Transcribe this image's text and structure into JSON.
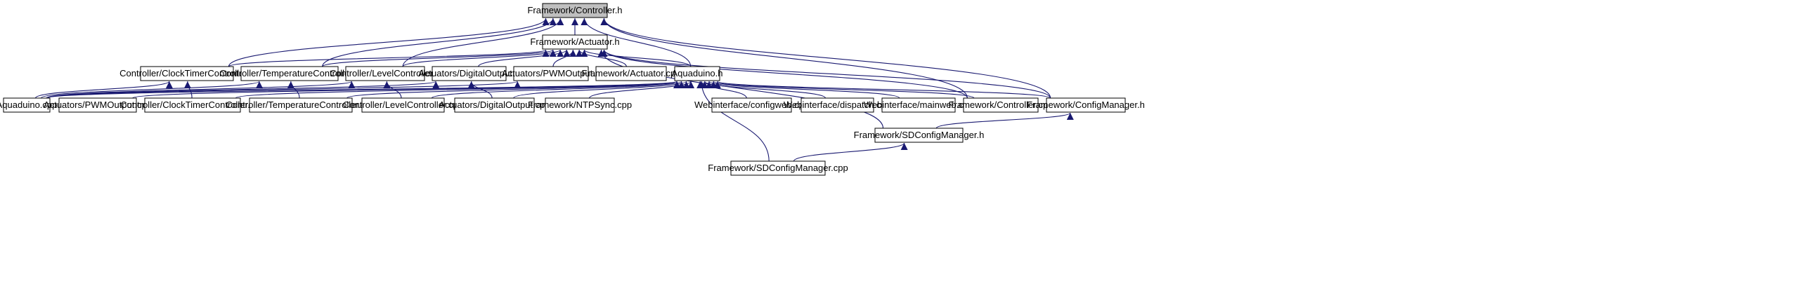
{
  "colors": {
    "edge": "#191970",
    "node_border": "#000000",
    "root_fill": "#bfbfbf",
    "node_fill": "#ffffff"
  },
  "nodes": [
    {
      "id": "controller_h",
      "label": "Framework/Controller.h",
      "root": true
    },
    {
      "id": "actuator_h",
      "label": "Framework/Actuator.h"
    },
    {
      "id": "clocktimer_h",
      "label": "Controller/ClockTimerController.h"
    },
    {
      "id": "temperature_h",
      "label": "Controller/TemperatureController.h"
    },
    {
      "id": "level_h",
      "label": "Controller/LevelController.h"
    },
    {
      "id": "digitaloutput_h",
      "label": "Actuators/DigitalOutput.h"
    },
    {
      "id": "pwmoutput_h",
      "label": "Actuators/PWMOutput.h"
    },
    {
      "id": "actuator_cpp",
      "label": "Framework/Actuator.cpp"
    },
    {
      "id": "aquaduino_h",
      "label": "Aquaduino.h"
    },
    {
      "id": "aquaduino_cpp",
      "label": "Aquaduino.cpp"
    },
    {
      "id": "pwmoutput_cpp",
      "label": "Actuators/PWMOutput.cpp"
    },
    {
      "id": "clocktimer_cpp",
      "label": "Controller/ClockTimerController.cpp"
    },
    {
      "id": "temperature_cpp",
      "label": "Controller/TemperatureController.cpp"
    },
    {
      "id": "level_cpp",
      "label": "Controller/LevelController.cpp"
    },
    {
      "id": "digitaloutput_cpp",
      "label": "Actuators/DigitalOutput.cpp"
    },
    {
      "id": "ntpsync_cpp",
      "label": "Framework/NTPSync.cpp"
    },
    {
      "id": "configweb_cpp",
      "label": "Webinterface/configweb.cpp"
    },
    {
      "id": "dispatch_cpp",
      "label": "Webinterface/dispatch.cpp"
    },
    {
      "id": "mainweb_cpp",
      "label": "Webinterface/mainweb.cpp"
    },
    {
      "id": "controller_cpp",
      "label": "Framework/Controller.cpp"
    },
    {
      "id": "configmanager_h",
      "label": "Framework/ConfigManager.h"
    },
    {
      "id": "sdconfigmanager_h",
      "label": "Framework/SDConfigManager.h"
    },
    {
      "id": "sdconfigmanager_cpp",
      "label": "Framework/SDConfigManager.cpp"
    }
  ],
  "edges": [
    [
      "actuator_h",
      "controller_h"
    ],
    [
      "clocktimer_h",
      "controller_h"
    ],
    [
      "temperature_h",
      "controller_h"
    ],
    [
      "level_h",
      "controller_h"
    ],
    [
      "aquaduino_h",
      "controller_h"
    ],
    [
      "controller_cpp",
      "controller_h"
    ],
    [
      "configmanager_h",
      "controller_h"
    ],
    [
      "clocktimer_h",
      "actuator_h"
    ],
    [
      "temperature_h",
      "actuator_h"
    ],
    [
      "level_h",
      "actuator_h"
    ],
    [
      "digitaloutput_h",
      "actuator_h"
    ],
    [
      "pwmoutput_h",
      "actuator_h"
    ],
    [
      "actuator_cpp",
      "actuator_h"
    ],
    [
      "aquaduino_h",
      "actuator_h"
    ],
    [
      "controller_cpp",
      "actuator_h"
    ],
    [
      "configmanager_h",
      "actuator_h"
    ],
    [
      "sdconfigmanager_h",
      "actuator_h"
    ],
    [
      "aquaduino_cpp",
      "clocktimer_h"
    ],
    [
      "clocktimer_cpp",
      "clocktimer_h"
    ],
    [
      "aquaduino_cpp",
      "temperature_h"
    ],
    [
      "temperature_cpp",
      "temperature_h"
    ],
    [
      "aquaduino_cpp",
      "level_h"
    ],
    [
      "level_cpp",
      "level_h"
    ],
    [
      "aquaduino_cpp",
      "digitaloutput_h"
    ],
    [
      "digitaloutput_cpp",
      "digitaloutput_h"
    ],
    [
      "aquaduino_cpp",
      "pwmoutput_h"
    ],
    [
      "aquaduino_cpp",
      "aquaduino_h"
    ],
    [
      "pwmoutput_cpp",
      "aquaduino_h"
    ],
    [
      "clocktimer_cpp",
      "aquaduino_h"
    ],
    [
      "temperature_cpp",
      "aquaduino_h"
    ],
    [
      "level_cpp",
      "aquaduino_h"
    ],
    [
      "digitaloutput_cpp",
      "aquaduino_h"
    ],
    [
      "ntpsync_cpp",
      "aquaduino_h"
    ],
    [
      "configweb_cpp",
      "aquaduino_h"
    ],
    [
      "dispatch_cpp",
      "aquaduino_h"
    ],
    [
      "mainweb_cpp",
      "aquaduino_h"
    ],
    [
      "controller_cpp",
      "aquaduino_h"
    ],
    [
      "configmanager_h",
      "aquaduino_h"
    ],
    [
      "sdconfigmanager_cpp",
      "aquaduino_h"
    ],
    [
      "sdconfigmanager_h",
      "configmanager_h"
    ],
    [
      "sdconfigmanager_cpp",
      "sdconfigmanager_h"
    ]
  ]
}
